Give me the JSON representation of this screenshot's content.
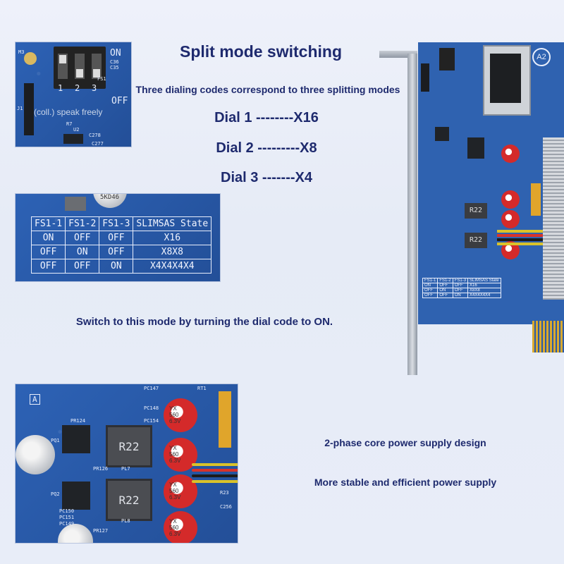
{
  "heading": "Split mode switching",
  "subheading": "Three dialing codes correspond to three splitting modes",
  "dials": [
    {
      "text": "Dial 1 --------X16"
    },
    {
      "text": "Dial 2 ---------X8"
    },
    {
      "text": "Dial 3 -------X4"
    }
  ],
  "switch_note": "Switch to this mode by turning the dial code to ON.",
  "features": [
    "2-phase core power supply design",
    "More stable and efficient power supply"
  ],
  "dip_panel": {
    "on_label": "ON",
    "off_label": "OFF",
    "numbers": [
      "1",
      "2",
      "3"
    ],
    "watermark": "(coll.) speak freely",
    "labels": [
      "C36",
      "C35",
      "FS1",
      "U2",
      "C278",
      "C277",
      "J1",
      "M3",
      "R7"
    ]
  },
  "mode_table": {
    "headers": [
      "FS1-1",
      "FS1-2",
      "FS1-3",
      "SLIMSAS State"
    ],
    "rows": [
      [
        "ON",
        "OFF",
        "OFF",
        "X16"
      ],
      [
        "OFF",
        "ON",
        "OFF",
        "X8X8"
      ],
      [
        "OFF",
        "OFF",
        "ON",
        "X4X4X4X4"
      ]
    ],
    "cap_label": "5KD46"
  },
  "board": {
    "badge": "A2",
    "inductor_labels": [
      "R22",
      "R22"
    ],
    "mini_table_headers": [
      "FS1-1",
      "FS1-2",
      "FS1-3",
      "SLIMSAS State"
    ],
    "mini_table_rows": [
      [
        "ON",
        "OFF",
        "OFF",
        "X16"
      ],
      [
        "OFF",
        "ON",
        "OFF",
        "X8X8"
      ],
      [
        "OFF",
        "OFF",
        "ON",
        "X4X4X4X4"
      ]
    ]
  },
  "power_panel": {
    "inductor_labels": [
      "R22",
      "R22"
    ],
    "cap_text": [
      "YX 560 6.3V",
      "YX 560 6.3V",
      "YX 560 6.3V",
      "YX 560 6.3V"
    ],
    "silk_labels": [
      "PR124",
      "PL7",
      "PL8",
      "PQ1",
      "PQ2",
      "RT1",
      "PC147",
      "PC148",
      "PC149",
      "PC150",
      "PC151",
      "PC154",
      "C256",
      "R23",
      "PR126",
      "PR127",
      "A"
    ]
  },
  "colors": {
    "pcb_blue": "#2a5aa8",
    "heading": "#1e2a6e",
    "background": "#e8edf8"
  }
}
